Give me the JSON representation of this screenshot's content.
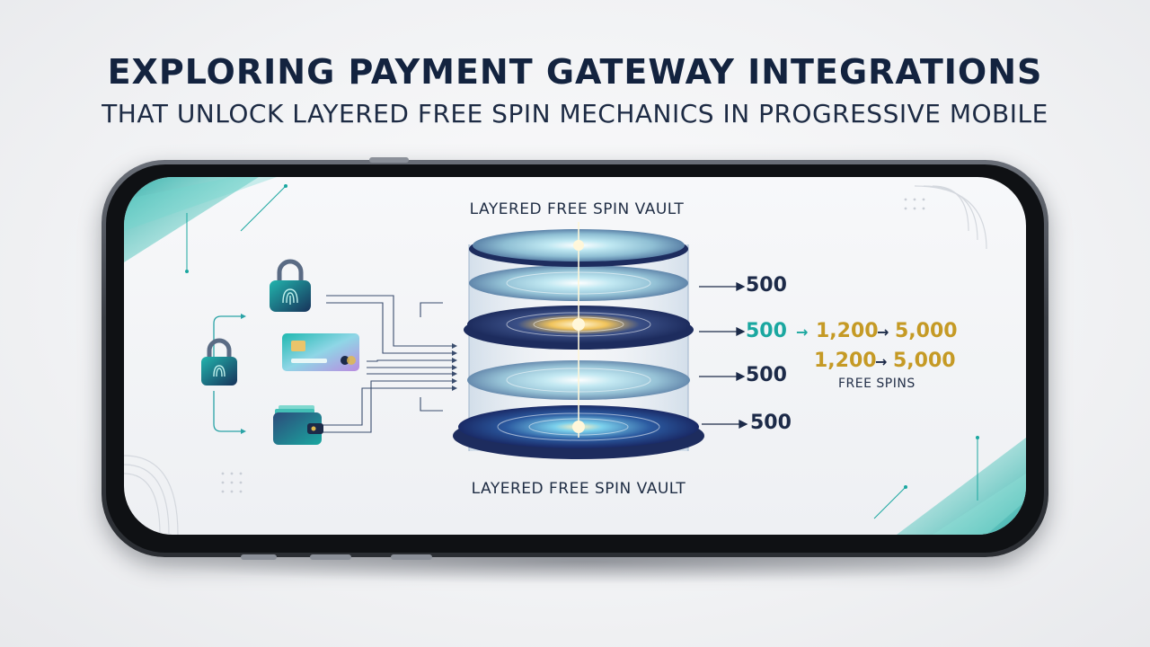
{
  "title": "EXPLORING PAYMENT GATEWAY INTEGRATIONS",
  "subtitle": "THAT UNLOCK LAYERED FREE SPIN MECHANICS IN PROGRESSIVE MOBILE",
  "vault": {
    "top_label": "LAYERED FREE SPIN VAULT",
    "bottom_label": "LAYERED FREE SPIN VAULT"
  },
  "outputs": {
    "row1": "500",
    "row2_a": "500",
    "row2_b": "1,200",
    "row2_c": "5,000",
    "row3_a": "1,200",
    "row3_b": "5,000",
    "row3_caption": "FREE SPINS",
    "row4": "500",
    "row5": "500",
    "arrow": "→"
  },
  "icons": [
    "padlock-icon",
    "fingerprint-padlock-icon",
    "credit-card-icon",
    "wallet-icon"
  ],
  "colors": {
    "title": "#13233f",
    "navy": "#1c2a48",
    "teal": "#1aa7a0",
    "gold": "#c59a25",
    "accent_teal": "#2cc3bd"
  }
}
